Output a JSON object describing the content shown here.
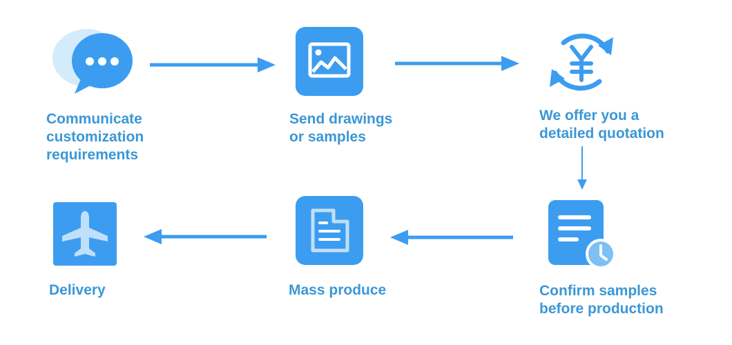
{
  "steps": [
    {
      "id": "communicate",
      "icon": "chat-bubble-icon",
      "lines": [
        "Communicate",
        "customization",
        "requirements"
      ]
    },
    {
      "id": "send",
      "icon": "image-icon",
      "lines": [
        "Send drawings",
        "or samples"
      ]
    },
    {
      "id": "quote",
      "icon": "yen-cycle-icon",
      "lines": [
        "We offer you a",
        "detailed quotation"
      ]
    },
    {
      "id": "confirm",
      "icon": "document-clock-icon",
      "lines": [
        "Confirm samples",
        "before production"
      ]
    },
    {
      "id": "mass",
      "icon": "factory-document-icon",
      "lines": [
        "Mass produce"
      ]
    },
    {
      "id": "delivery",
      "icon": "airplane-icon",
      "lines": [
        "Delivery"
      ]
    }
  ],
  "colors": {
    "accent": "#3a97d6",
    "icon_blue": "#3c9df0",
    "icon_light": "#bfe0fa"
  }
}
